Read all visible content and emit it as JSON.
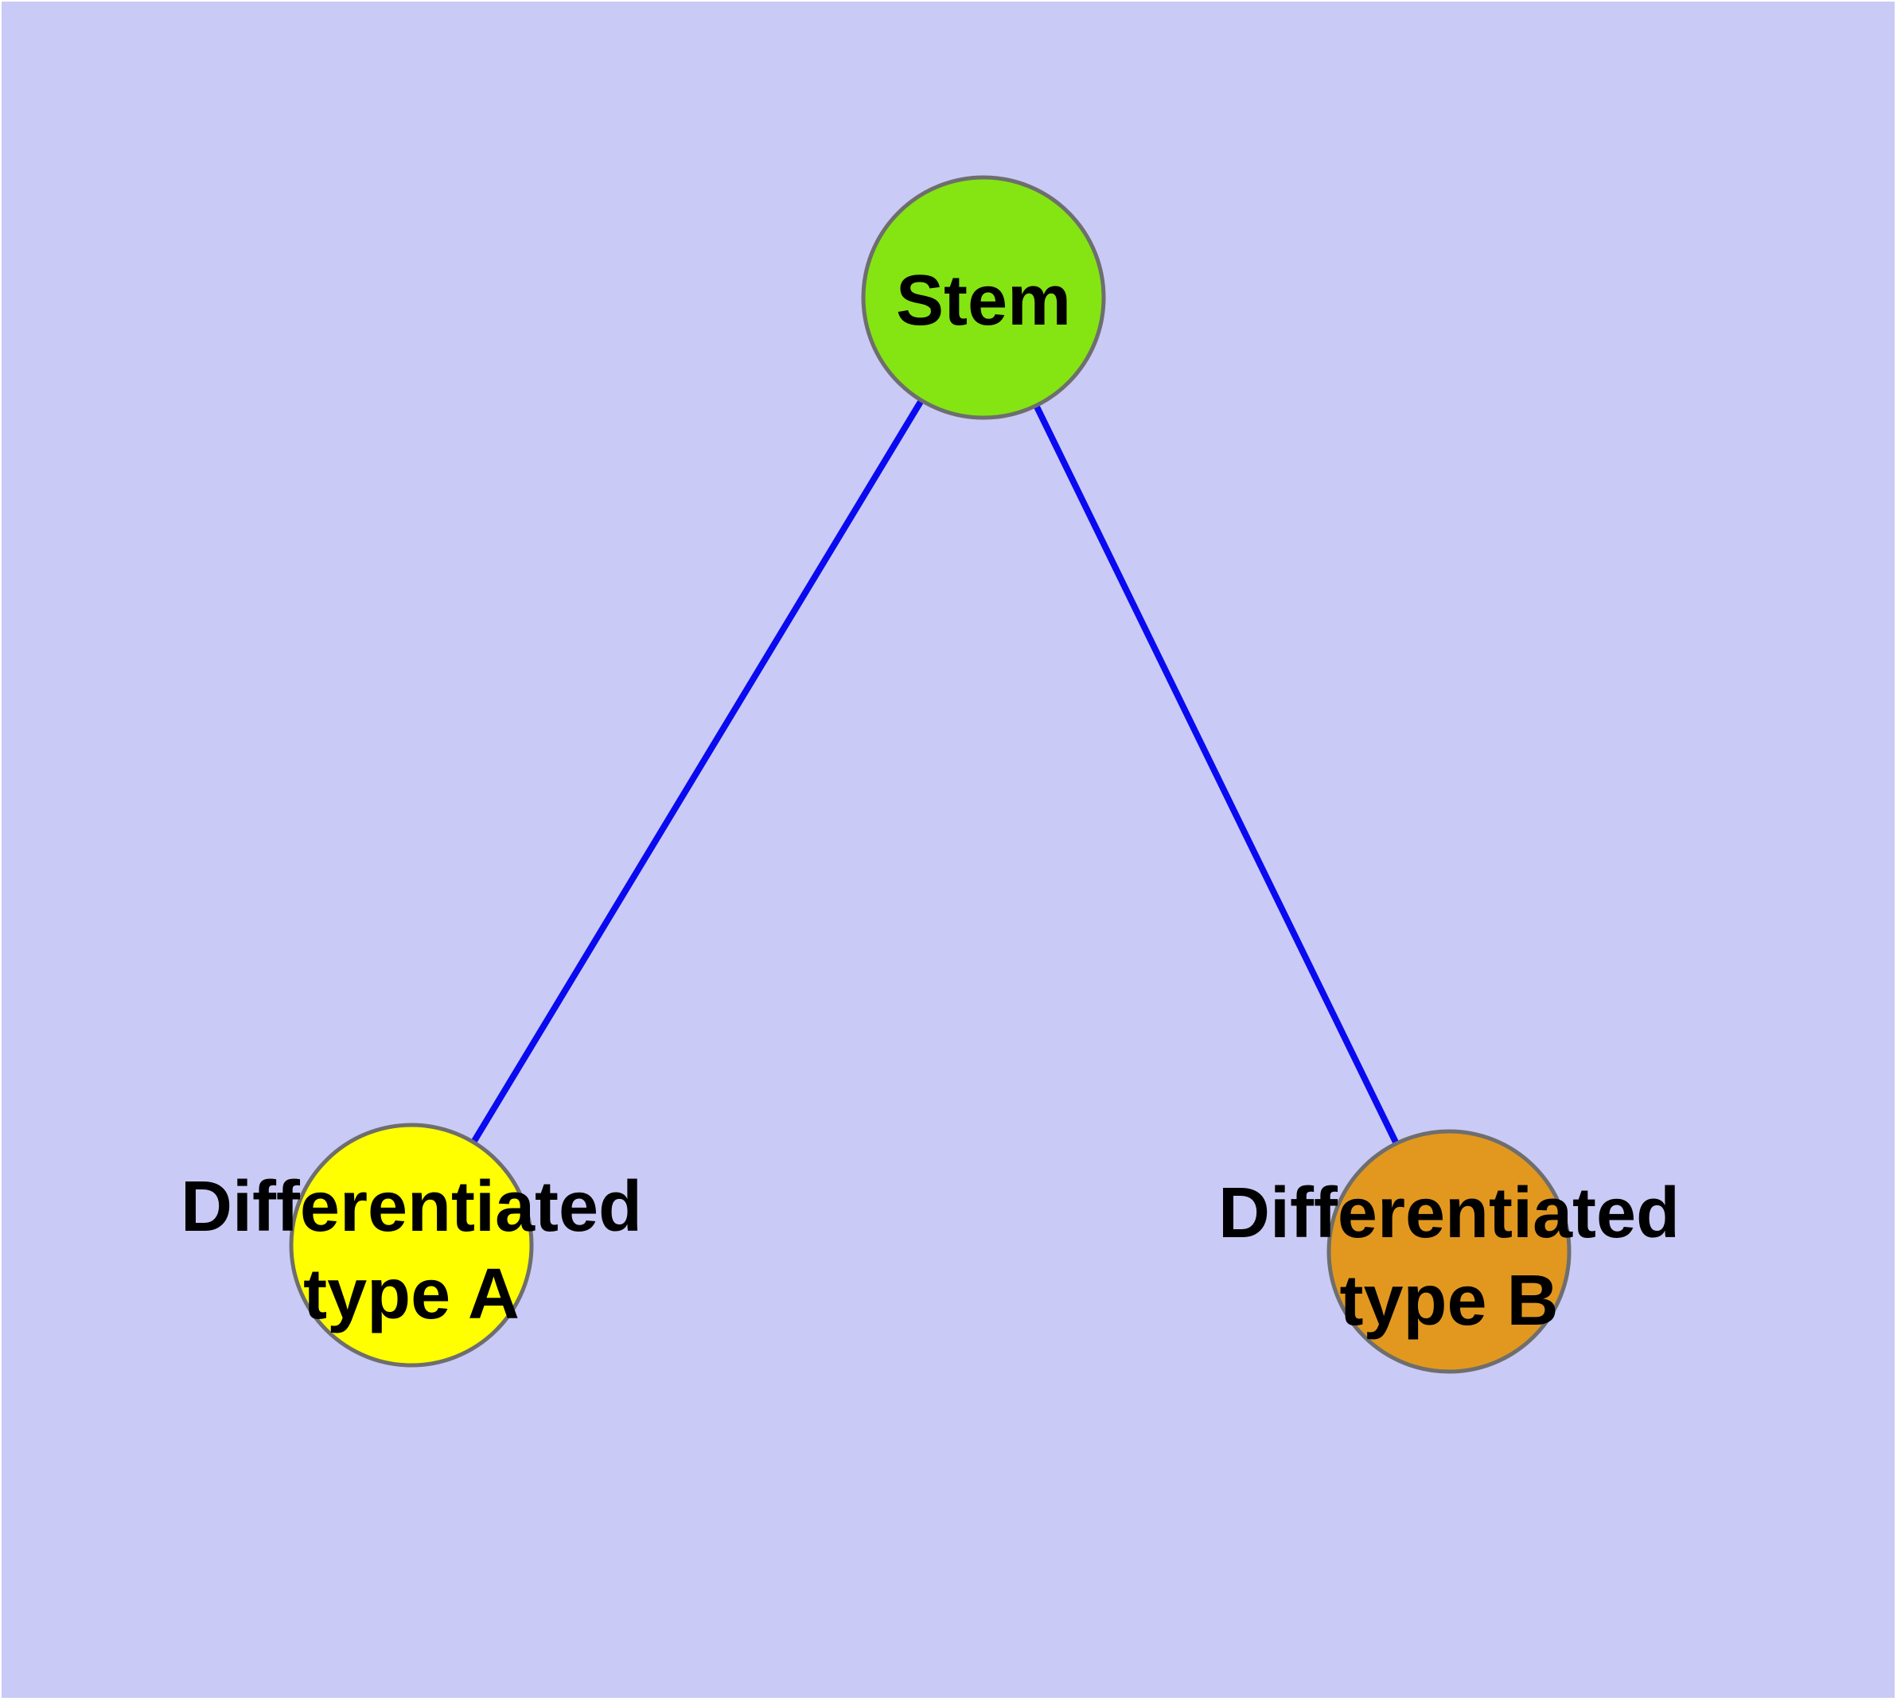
{
  "canvas": {
    "background_color": "#CACAF6",
    "page_margin_color": "#FFFFFF"
  },
  "graph": {
    "type": "network-diagram",
    "edge_color": "#0A0AF0",
    "node_border_color": "#6E6E6E",
    "label_color": "#000000",
    "nodes": [
      {
        "id": "stem",
        "label": "Stem",
        "label_line1": "Stem",
        "label_line2": "",
        "fill": "#84E512"
      },
      {
        "id": "differentiated-type-a",
        "label": "Differentiated type A",
        "label_line1": "Differentiated",
        "label_line2": "type A",
        "fill": "#FFFF00"
      },
      {
        "id": "differentiated-type-b",
        "label": "Differentiated type B",
        "label_line1": "Differentiated",
        "label_line2": "type B",
        "fill": "#E2981F"
      }
    ],
    "edges": [
      {
        "source": "stem",
        "target": "differentiated-type-a"
      },
      {
        "source": "stem",
        "target": "differentiated-type-b"
      }
    ]
  }
}
